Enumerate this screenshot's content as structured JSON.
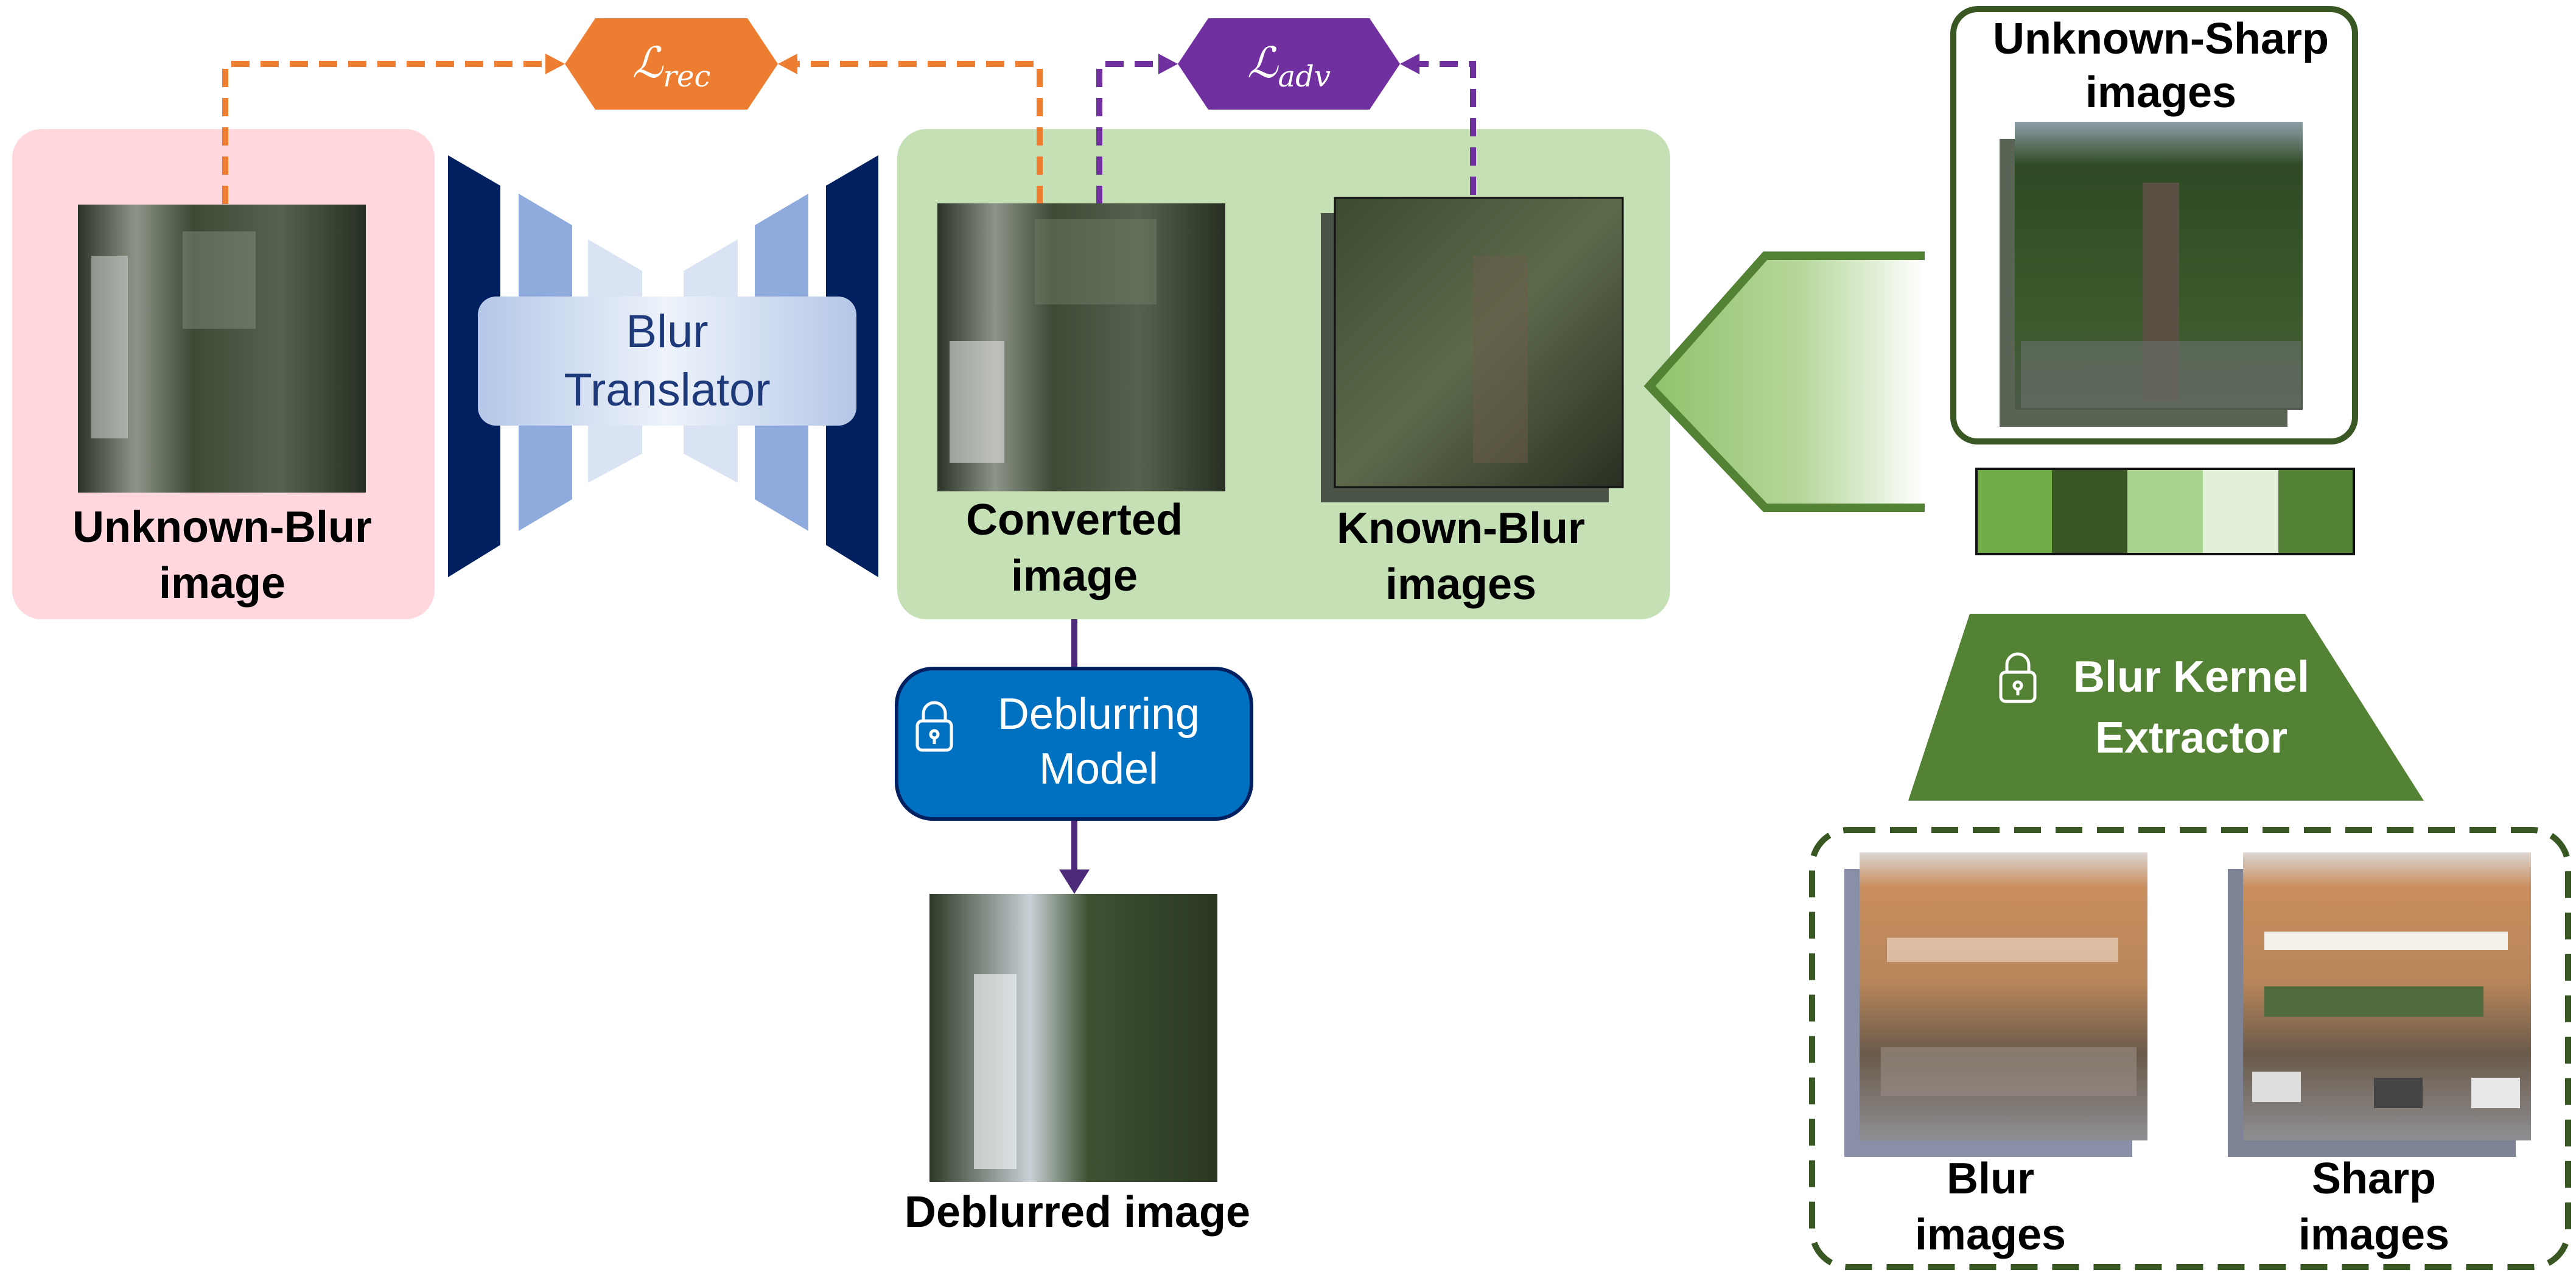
{
  "losses": {
    "rec": {
      "symbol": "ℒ",
      "sub": "rec",
      "color": "#ed7d31"
    },
    "adv": {
      "symbol": "ℒ",
      "sub": "adv",
      "color": "#7030a0"
    }
  },
  "labels": {
    "unknown_blur": [
      "Unknown-Blur",
      "image"
    ],
    "converted": [
      "Converted",
      "image"
    ],
    "known_blur": [
      "Known-Blur",
      "images"
    ],
    "unknown_sharp": [
      "Unknown-Sharp",
      "images"
    ],
    "blur_images": [
      "Blur",
      "images"
    ],
    "sharp_images": [
      "Sharp",
      "images"
    ],
    "deblurred": "Deblurred image"
  },
  "modules": {
    "blur_translator": [
      "Blur",
      "Translator"
    ],
    "deblurring_model": [
      "Deblurring",
      "Model"
    ],
    "kernel_extractor": [
      "Blur Kernel",
      "Extractor"
    ]
  },
  "icons": {
    "deblurring_lock": "lock-icon",
    "extractor_lock": "lock-icon"
  },
  "colors": {
    "pink_panel": "#ffd7dc",
    "green_panel": "#c5e0b4",
    "deblur_box": "#0070c0",
    "extractor": "#548235",
    "encoder_dark": "#002060",
    "encoder_mid": "#8faadc",
    "encoder_light": "#dae3f3",
    "green_border": "#385723"
  },
  "kernel_swatches": [
    "#70ad47",
    "#375623",
    "#a9d18e",
    "#e2efda",
    "#548235"
  ]
}
